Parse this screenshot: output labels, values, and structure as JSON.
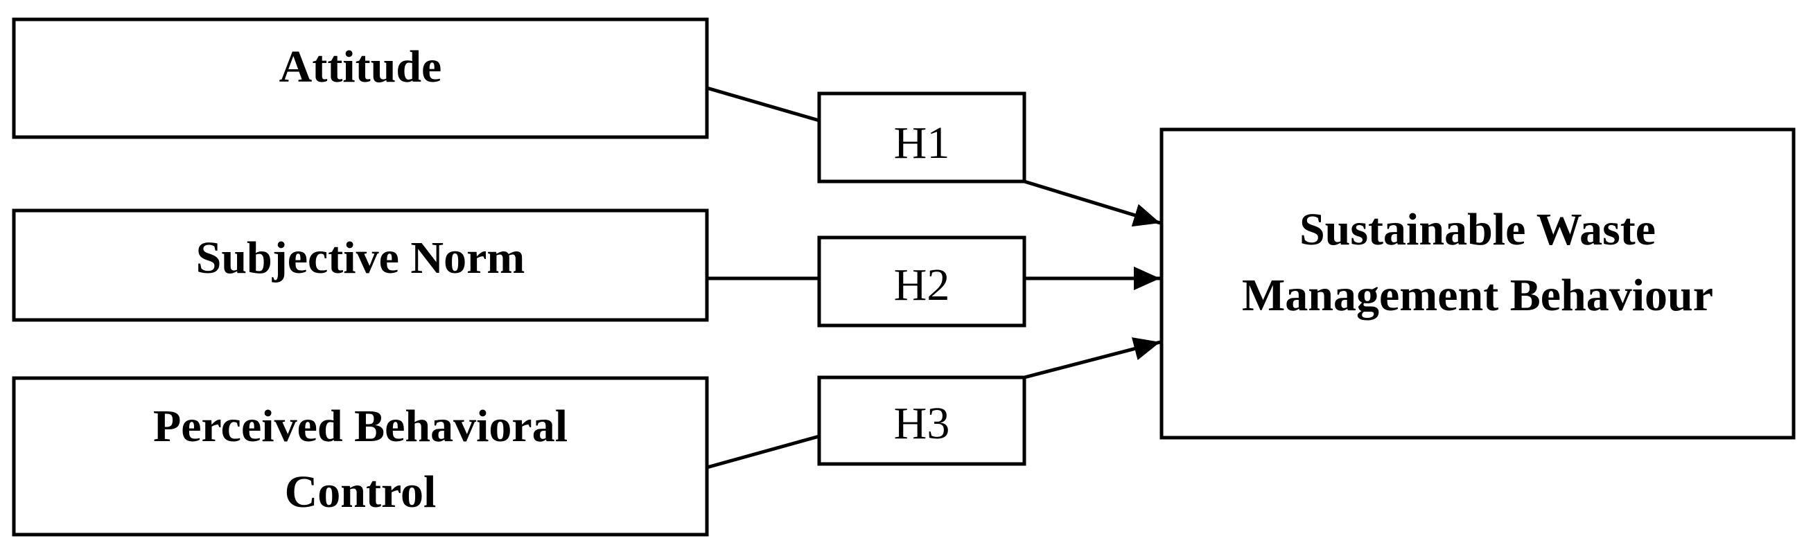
{
  "constructs": {
    "attitude": "Attitude",
    "subjective_norm": "Subjective Norm",
    "pbc_line1": "Perceived Behavioral",
    "pbc_line2": "Control"
  },
  "outcome": {
    "line1": "Sustainable Waste",
    "line2": "Management Behaviour"
  },
  "hypotheses": {
    "h1": "H1",
    "h2": "H2",
    "h3": "H3"
  },
  "colors": {
    "stroke": "#000000",
    "background": "#ffffff"
  }
}
